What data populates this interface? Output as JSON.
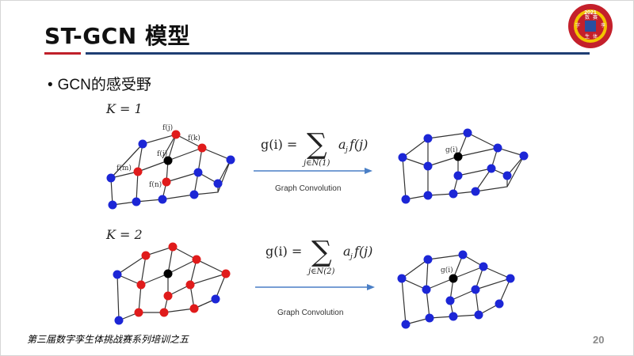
{
  "slide": {
    "title": "ST-GCN 模型",
    "bullet": "GCN的感受野",
    "footer": "第三届数字孪生体挑战赛系列培训之五",
    "page_number": "20"
  },
  "logo": {
    "year": "2021",
    "chars": [
      "数",
      "字",
      "孪",
      "生",
      "体",
      "赛"
    ],
    "colors": {
      "ring": "#c4202b",
      "inner": "#f2c400"
    }
  },
  "diagram": {
    "k1": {
      "label": "K = 1",
      "formula_left": "g(i) =",
      "sum_sub": "j∈N(1)",
      "formula_right": "a",
      "formula_right_sub": "j",
      "formula_tail": " f(j)",
      "arrow_label": "Graph Convolution",
      "node_labels": [
        "f(j)",
        "f(k)",
        "f(i)",
        "f(m)",
        "f(n)"
      ],
      "result_label": "g(i)"
    },
    "k2": {
      "label": "K = 2",
      "formula_left": "g(i) =",
      "sum_sub": "j∈N(2)",
      "formula_right": "a",
      "formula_right_sub": "j",
      "formula_tail": " f(j)",
      "arrow_label": "Graph Convolution",
      "result_label": "g(i)"
    },
    "colors": {
      "neighbor": "#e01b1b",
      "node": "#1c26d6",
      "center": "#000000",
      "arrow": "#4a7fc6"
    }
  }
}
